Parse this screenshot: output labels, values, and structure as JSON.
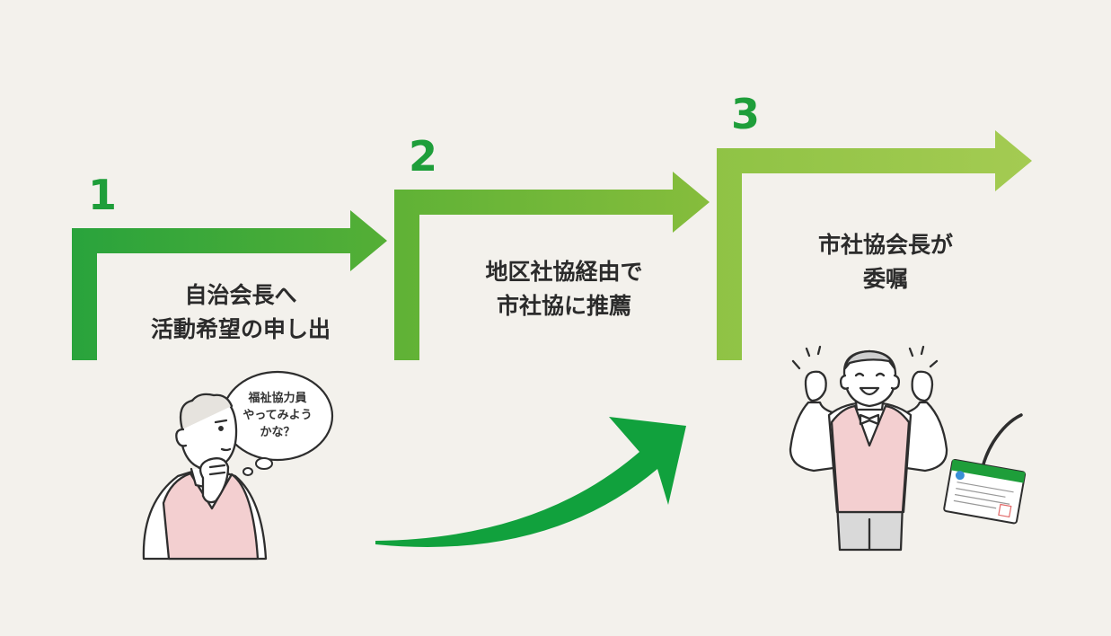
{
  "steps": [
    {
      "number": "1",
      "line1": "自治会長へ",
      "line2": "活動希望の申し出"
    },
    {
      "number": "2",
      "line1": "地区社協経由で",
      "line2": "市社協に推薦"
    },
    {
      "number": "3",
      "line1": "市社協会長が",
      "line2": "委嘱"
    }
  ],
  "bubble": {
    "line1": "福祉協力員",
    "line2": "やってみよう",
    "line3": "かな？"
  },
  "colors": {
    "background": "#f3f1ec",
    "step1": "#2fa640",
    "step2": "#6cb534",
    "step3": "#9dc84a",
    "number": "#1e9e3a",
    "arrow": "#11a13d",
    "vest": "#f3cfd0"
  }
}
